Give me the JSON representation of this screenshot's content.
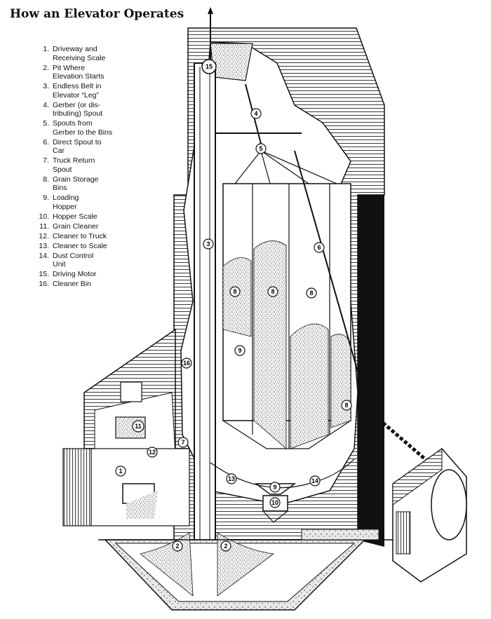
{
  "title": "How an Elevator Operates",
  "legend": [
    {
      "num": "1.",
      "text": "Driveway and\nReceiving Scale"
    },
    {
      "num": "2.",
      "text": "Pit Where\nElevation Starts"
    },
    {
      "num": "3.",
      "text": "Endless Belt in\nElevator “Leg”"
    },
    {
      "num": "4.",
      "text": "Gerber (or dis-\ntributing) Spout"
    },
    {
      "num": "5.",
      "text": "Spouts from\nGerber to the Bins"
    },
    {
      "num": "6.",
      "text": "Direct Spout to\nCar"
    },
    {
      "num": "7.",
      "text": "Truck Return\nSpout"
    },
    {
      "num": "8.",
      "text": "Grain Storage\nBins"
    },
    {
      "num": "9.",
      "text": "Loading\nHopper"
    },
    {
      "num": "10.",
      "text": "Hopper Scale"
    },
    {
      "num": "11.",
      "text": "Grain Cleaner"
    },
    {
      "num": "12.",
      "text": "Cleaner to Truck"
    },
    {
      "num": "13.",
      "text": "Cleaner to Scale"
    },
    {
      "num": "14.",
      "text": "Dust Control\nUnit"
    },
    {
      "num": "15.",
      "text": "Driving Motor"
    },
    {
      "num": "16.",
      "text": "Cleaner Bin"
    }
  ],
  "callouts": [
    "15",
    "4",
    "5",
    "3",
    "6",
    "8",
    "8",
    "8",
    "9",
    "8",
    "16",
    "11",
    "7",
    "12",
    "1",
    "13",
    "9",
    "14",
    "10",
    "2",
    "2"
  ]
}
